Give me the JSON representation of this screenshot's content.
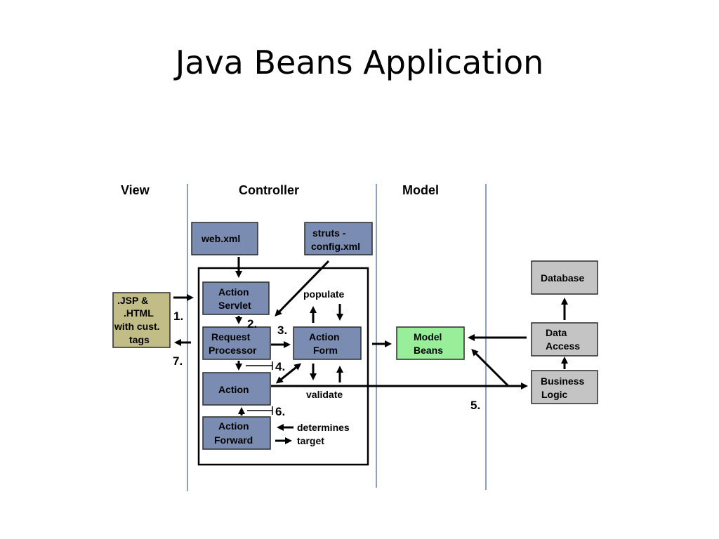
{
  "slide": {
    "title": "Java Beans Application"
  },
  "columns": {
    "view": "View",
    "controller": "Controller",
    "model": "Model"
  },
  "boxes": {
    "web_xml": "web.xml",
    "struts_config_line1": "struts -",
    "struts_config_line2": "config.xml",
    "action_servlet_line1": "Action",
    "action_servlet_line2": "Servlet",
    "request_processor_line1": "Request",
    "request_processor_line2": "Processor",
    "action_form_line1": "Action",
    "action_form_line2": "Form",
    "action": "Action",
    "action_forward_line1": "Action",
    "action_forward_line2": "Forward",
    "jsp_line1": ".JSP  &",
    "jsp_line2": ".HTML",
    "jsp_line3": "with cust.",
    "jsp_line4": "tags",
    "model_beans_line1": "Model",
    "model_beans_line2": "Beans",
    "database": "Database",
    "data_access_line1": "Data",
    "data_access_line2": "Access",
    "business_logic_line1": "Business",
    "business_logic_line2": "Logic"
  },
  "annotations": {
    "populate": "populate",
    "validate": "validate",
    "determines": "determines",
    "target": "target"
  },
  "steps": {
    "s1": "1.",
    "s2": "2.",
    "s3": "3.",
    "s4": "4.",
    "s5": "5.",
    "s6": "6.",
    "s7": "7."
  },
  "colors": {
    "controller_box": "#7a8cb2",
    "model_box": "#99ee99",
    "data_box": "#c4c4c4",
    "view_box": "#c2bc86",
    "column_separator": "#6b7fa6"
  }
}
